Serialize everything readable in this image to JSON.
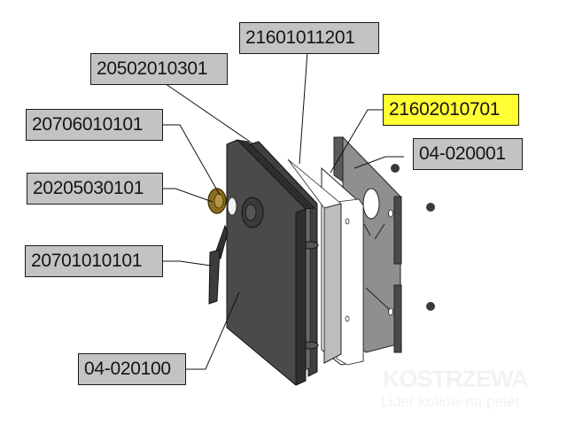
{
  "diagram": {
    "type": "exploded-parts-view",
    "subject": "boiler door assembly",
    "labels": [
      {
        "id": "door-gasket-frame",
        "part_number": "21601011201",
        "highlighted": false
      },
      {
        "id": "door-seal-cord",
        "part_number": "20502010301",
        "highlighted": false
      },
      {
        "id": "insulation-board",
        "part_number": "21602010701",
        "highlighted": true
      },
      {
        "id": "spacer-washer",
        "part_number": "20706010101",
        "highlighted": false
      },
      {
        "id": "nut-ring",
        "part_number": "20205030101",
        "highlighted": false
      },
      {
        "id": "back-plate",
        "part_number": "04-020001",
        "highlighted": false
      },
      {
        "id": "door-handle",
        "part_number": "20701010101",
        "highlighted": false
      },
      {
        "id": "door-panel",
        "part_number": "04-020100",
        "highlighted": false
      }
    ],
    "colors": {
      "label_fill": "#c3c3c3",
      "highlight_fill": "#ffff33",
      "door_dark": "#4a4a4a",
      "plate_gray": "#8a8a8a",
      "insulation_white": "#ffffff",
      "nut_bronze": "#8b6d1e"
    }
  },
  "watermark": {
    "brand": "KOSTRZEWA",
    "tagline": "Lider kotłów na pelet"
  }
}
